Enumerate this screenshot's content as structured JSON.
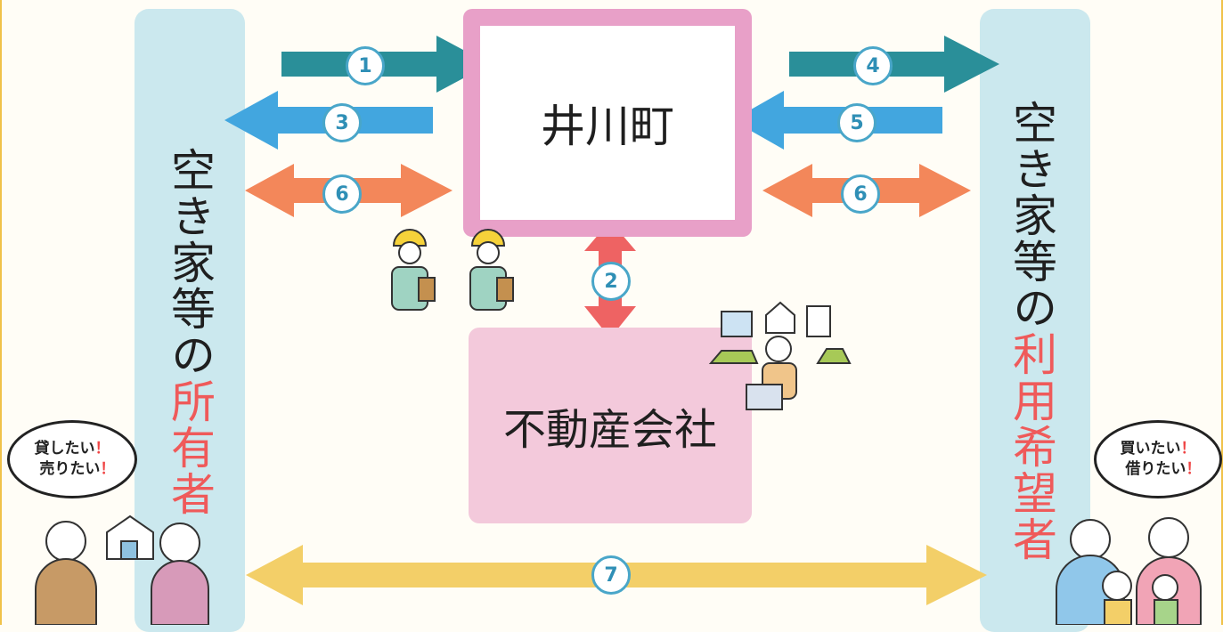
{
  "owners_label": {
    "prefix": "空き家等の",
    "highlight": "所有者"
  },
  "users_label": {
    "prefix": "空き家等の",
    "highlight": "利用希望者"
  },
  "town_office": "井川町",
  "real_estate": "不動産会社",
  "owner_speech": {
    "line1": "貸したい",
    "line2": "売りたい",
    "mark": "！"
  },
  "user_speech": {
    "line1": "買いたい",
    "line2": "借りたい",
    "mark": "！"
  },
  "flow_numbers": {
    "n1": "1",
    "n2": "2",
    "n3": "3",
    "n4": "4",
    "n5": "5",
    "n6a": "6",
    "n6b": "6",
    "n7": "7"
  },
  "colors": {
    "teal": "#2a8f99",
    "blue": "#42a6df",
    "orange": "#f3875a",
    "red": "#ee6363",
    "yellow": "#f3cf68",
    "pink_border": "#e8a0c8",
    "pillar": "#cbe8ee"
  },
  "icons": [
    "worker-icon",
    "house-icon",
    "building-icon",
    "agent-icon",
    "family-icon",
    "elderly-couple-icon"
  ]
}
